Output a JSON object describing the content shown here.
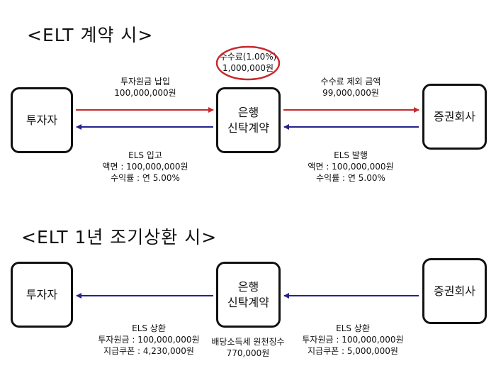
{
  "section1": {
    "heading": "<ELT 계약 시>",
    "investor": "투자자",
    "bank_line1": "은행",
    "bank_line2": "신탁계약",
    "broker": "증권회사",
    "fee_line1": "수수료(1.00%)",
    "fee_line2": "1,000,000원",
    "top_left_line1": "투자원금 납입",
    "top_left_line2": "100,000,000원",
    "top_right_line1": "수수료 제외 금액",
    "top_right_line2": "99,000,000원",
    "bottom_left_line1": "ELS 입고",
    "bottom_left_line2": "액면 : 100,000,000원",
    "bottom_left_line3": "수익률 : 연 5.00%",
    "bottom_right_line1": "ELS 발행",
    "bottom_right_line2": "액면 : 100,000,000원",
    "bottom_right_line3": "수익률 : 연 5.00%"
  },
  "section2": {
    "heading": "<ELT 1년 조기상환 시>",
    "investor": "투자자",
    "bank_line1": "은행",
    "bank_line2": "신탁계약",
    "broker": "증권회사",
    "left_line1": "ELS 상환",
    "left_line2": "투자원금 : 100,000,000원",
    "left_line3": "지급쿠폰 : 4,230,000원",
    "tax_line1": "배당소득세 원천징수",
    "tax_line2": "770,000원",
    "right_line1": "ELS 상환",
    "right_line2": "투자원금 : 100,000,000원",
    "right_line3": "지급쿠폰 : 5,000,000원"
  },
  "colors": {
    "red_arrow": "#c8282d",
    "blue_arrow": "#23238c",
    "fee_circle": "#c8282d"
  }
}
